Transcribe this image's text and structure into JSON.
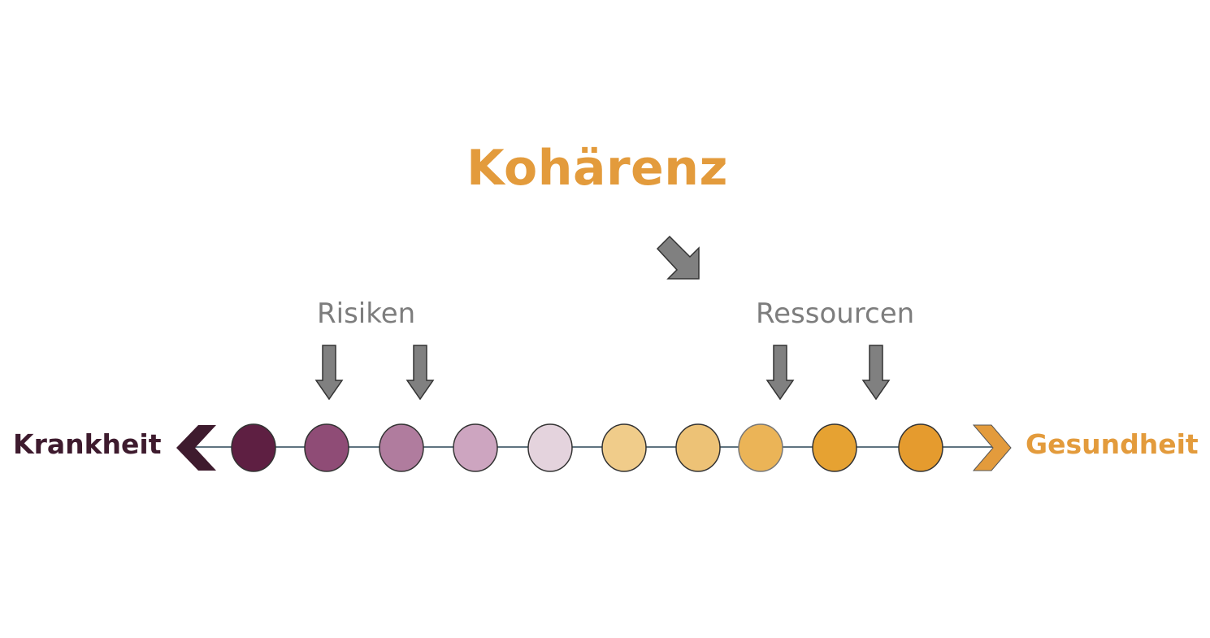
{
  "title": "Kohärenz",
  "labels": {
    "risks": "Risiken",
    "resources": "Ressourcen"
  },
  "ends": {
    "left": "Krankheit",
    "right": "Gesundheit"
  },
  "colors": {
    "title": "#e39b3c",
    "left_end": "#3e1b2e",
    "right_end": "#e39b3c",
    "arrow_fill": "#808080",
    "line": "#5f7380",
    "dots": [
      "#5e1f42",
      "#8f4c76",
      "#b07c9e",
      "#cda5c0",
      "#e4d3dd",
      "#f0cc8a",
      "#edc276",
      "#ebb457",
      "#e6a232",
      "#e59b2e"
    ]
  }
}
